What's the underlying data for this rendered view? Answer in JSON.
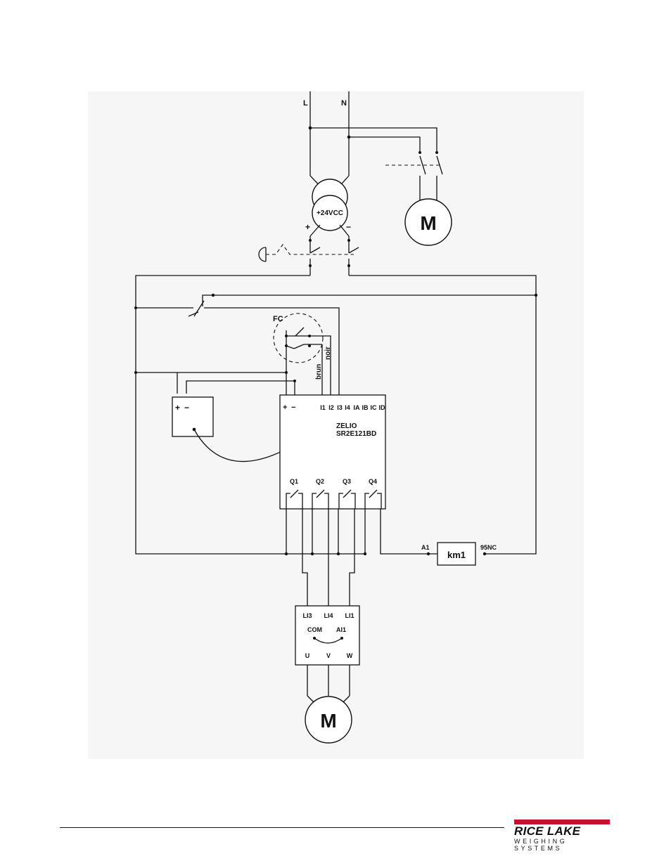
{
  "supply": {
    "line_label": "L",
    "neutral_label": "N"
  },
  "transformer": {
    "output_label": "+24VCC",
    "plus": "+",
    "minus": "−"
  },
  "pump_motor": {
    "label": "M"
  },
  "limit_switch": {
    "label": "FC",
    "wire_brown": "brun",
    "wire_black": "noir"
  },
  "sensor": {
    "plus": "+",
    "minus": "−"
  },
  "plc": {
    "name": "ZELIO",
    "model": "SR2E121BD",
    "power_plus": "+",
    "power_minus": "−",
    "inputs": [
      "I1",
      "I2",
      "I3",
      "I4",
      "IA",
      "IB",
      "IC",
      "ID"
    ],
    "outputs": [
      "Q1",
      "Q2",
      "Q3",
      "Q4"
    ]
  },
  "contactor": {
    "label": "km1",
    "terminal_a1": "A1",
    "terminal_95nc": "95NC"
  },
  "drive": {
    "inputs": [
      "LI3",
      "LI4",
      "LI1"
    ],
    "com": "COM",
    "ai1": "AI1",
    "outputs": [
      "U",
      "V",
      "W"
    ]
  },
  "main_motor": {
    "label": "M"
  },
  "logo": {
    "brand": "RICE LAKE",
    "tagline": "WEIGHING SYSTEMS",
    "brand_color": "#c8102e"
  }
}
